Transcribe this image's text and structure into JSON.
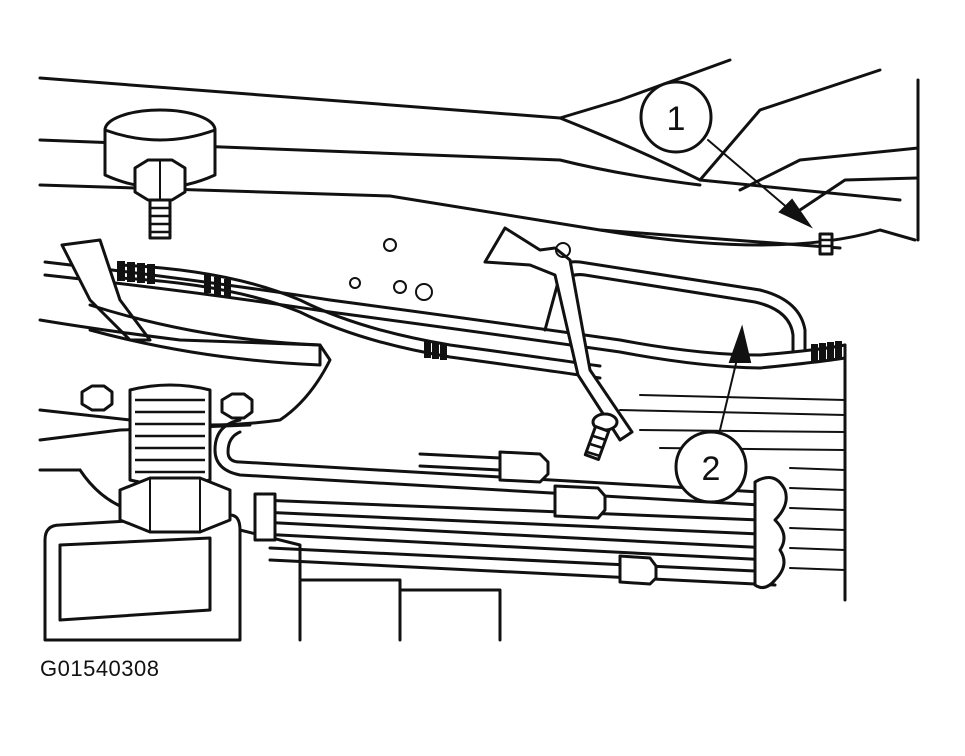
{
  "callouts": [
    {
      "label": "1"
    },
    {
      "label": "2"
    }
  ],
  "figure_id": "G01540308",
  "colors": {
    "ink": "#111111",
    "paper": "#ffffff"
  }
}
